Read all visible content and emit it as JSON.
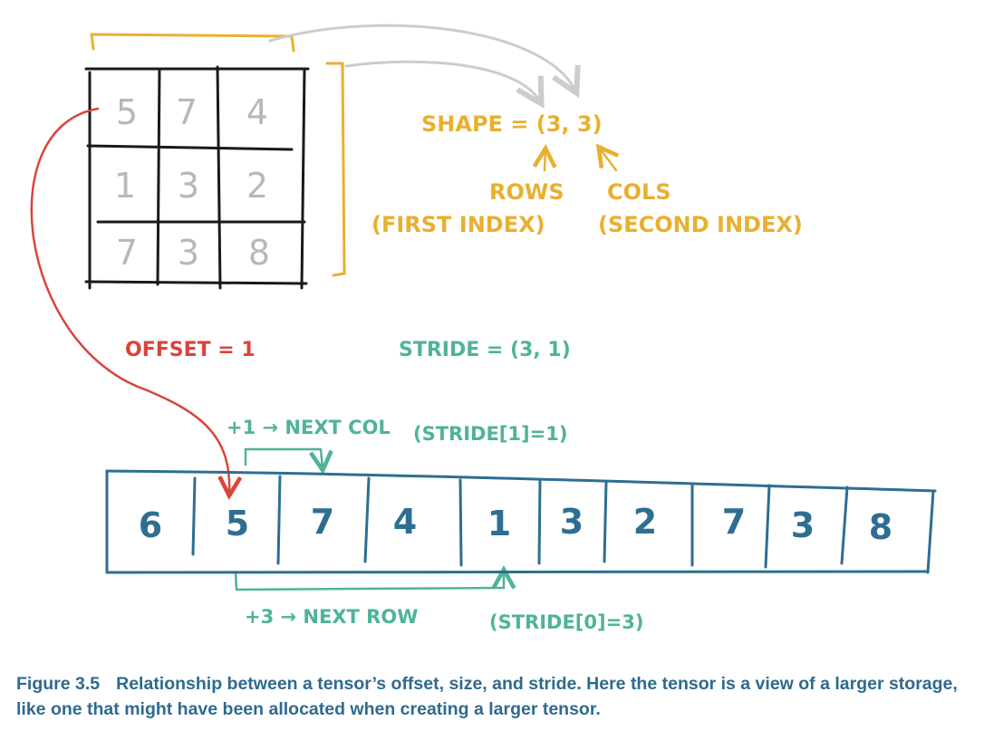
{
  "colors": {
    "ink": "#1a1a1a",
    "matrix_values": "#b8b8b8",
    "shape": "#e8b030",
    "offset": "#d9443a",
    "stride": "#4fb39a",
    "storage": "#2e6e92",
    "gray_arrow": "#cccccc",
    "caption": "#2e6a8f"
  },
  "matrix": {
    "cells": [
      [
        "5",
        "7",
        "4"
      ],
      [
        "1",
        "3",
        "2"
      ],
      [
        "7",
        "3",
        "8"
      ]
    ]
  },
  "shape": {
    "text": "SHAPE = (3, 3)",
    "rows_label": "ROWS",
    "rows_sub": "(FIRST INDEX)",
    "cols_label": "COLS",
    "cols_sub": "(SECOND INDEX)"
  },
  "offset": {
    "text": "OFFSET = 1"
  },
  "stride": {
    "text": "STRIDE = (3, 1)",
    "next_col": "+1 → NEXT COL",
    "next_col_note": "(STRIDE[1]=1)",
    "next_row": "+3 → NEXT ROW",
    "next_row_note": "(STRIDE[0]=3)"
  },
  "storage": {
    "cells": [
      "6",
      "5",
      "7",
      "4",
      "1",
      "3",
      "2",
      "7",
      "3",
      "8"
    ]
  },
  "caption": {
    "label": "Figure 3.5",
    "text": "Relationship between a tensor’s offset, size, and stride. Here the tensor is a view of a larger storage, like one that might have been allocated when creating a larger tensor."
  }
}
